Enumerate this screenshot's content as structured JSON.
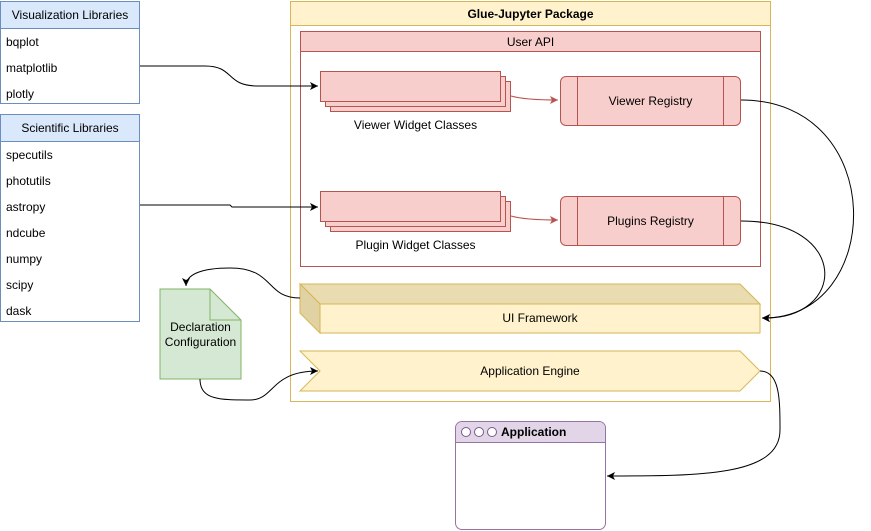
{
  "visualization_libraries": {
    "title": "Visualization Libraries",
    "items": [
      "bqplot",
      "matplotlib",
      "plotly"
    ]
  },
  "scientific_libraries": {
    "title": "Scientific Libraries",
    "items": [
      "specutils",
      "photutils",
      "astropy",
      "ndcube",
      "numpy",
      "scipy",
      "dask"
    ]
  },
  "package": {
    "title": "Glue-Jupyter Package",
    "user_api": {
      "title": "User API",
      "viewer_widget_classes": "Viewer Widget Classes",
      "viewer_registry": "Viewer Registry",
      "plugin_widget_classes": "Plugin Widget Classes",
      "plugins_registry": "Plugins Registry"
    },
    "ui_framework": "UI Framework",
    "application_engine": "Application Engine"
  },
  "declaration": {
    "line1": "Declaration",
    "line2": "Configuration"
  },
  "application": {
    "title": "Application"
  },
  "colors": {
    "blue_fill": "#dae8fc",
    "blue_stroke": "#6c8ebf",
    "yellow_fill": "#fff2cc",
    "yellow_stroke": "#d6b656",
    "red_fill": "#f8cecc",
    "red_stroke": "#b85450",
    "green_fill": "#d5e8d4",
    "green_stroke": "#82b366",
    "purple_fill": "#e1d5e7",
    "purple_stroke": "#9673a6"
  }
}
